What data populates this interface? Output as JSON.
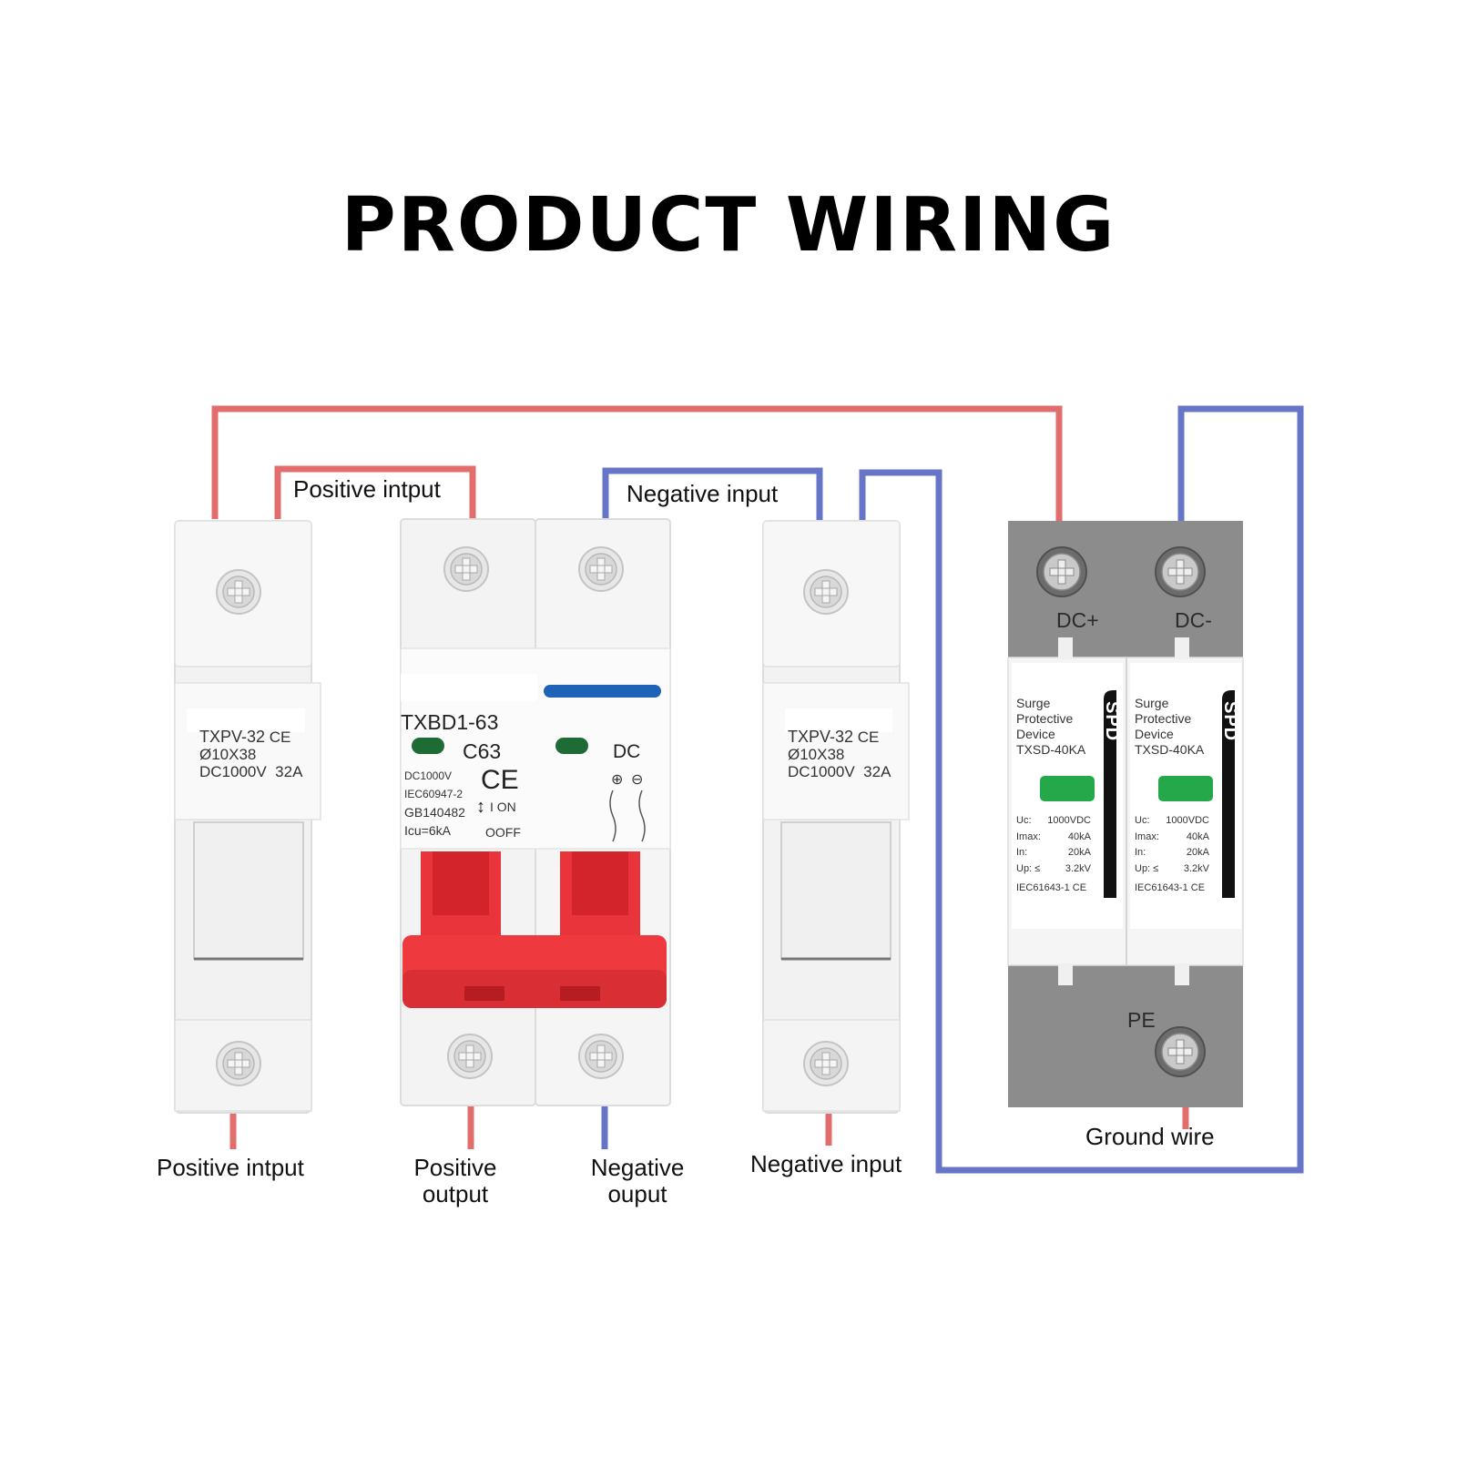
{
  "title": "PRODUCT WIRING",
  "colors": {
    "positive_wire": "#e26d6d",
    "negative_wire": "#6775c9",
    "breaker_handle": "#e8343a",
    "indicator": "#24a84a",
    "spd_gray": "#8c8c8c",
    "bar_blue": "#1f63b8"
  },
  "wire_labels": {
    "positive_input_top": "Positive intput",
    "negative_input_top": "Negative input",
    "positive_input_bottom": "Positive intput",
    "positive_output_bottom": "Positive\noutput",
    "negative_output_bottom": "Negative\nouput",
    "negative_input_bottom": "Negative input",
    "ground_wire": "Ground wire"
  },
  "fuse_holder_left": {
    "model": "TXPV-32",
    "ce": "CE",
    "size": "Ø10X38",
    "voltage": "DC1000V",
    "current": "32A"
  },
  "fuse_holder_right": {
    "model": "TXPV-32",
    "ce": "CE",
    "size": "Ø10X38",
    "voltage": "DC1000V",
    "current": "32A"
  },
  "breaker": {
    "model": "TXBD1-63",
    "rating": "C63",
    "ce": "CE",
    "dc_label": "DC",
    "spec_lines": [
      "DC1000V",
      "IEC60947-2",
      "GB140482",
      "Icu=6kA"
    ],
    "on_label": "I ON",
    "off_label": "OOFF",
    "pole_plus": "⊕",
    "pole_minus": "⊖"
  },
  "spd": {
    "terminal_plus": "DC+",
    "terminal_minus": "DC-",
    "pe_label": "PE",
    "module_left": {
      "name_lines": [
        "Surge",
        "Protective",
        "Device"
      ],
      "model": "TXSD-40KA",
      "tag": "SPD",
      "specs": [
        {
          "k": "Uc:",
          "v": "1000VDC"
        },
        {
          "k": "Imax:",
          "v": "40kA"
        },
        {
          "k": "In:",
          "v": "20kA"
        },
        {
          "k": "Up: ≤",
          "v": "3.2kV"
        }
      ],
      "standard": "IEC61643-1 CE"
    },
    "module_right": {
      "name_lines": [
        "Surge",
        "Protective",
        "Device"
      ],
      "model": "TXSD-40KA",
      "tag": "SPD",
      "specs": [
        {
          "k": "Uc:",
          "v": "1000VDC"
        },
        {
          "k": "Imax:",
          "v": "40kA"
        },
        {
          "k": "In:",
          "v": "20kA"
        },
        {
          "k": "Up: ≤",
          "v": "3.2kV"
        }
      ],
      "standard": "IEC61643-1 CE"
    }
  }
}
